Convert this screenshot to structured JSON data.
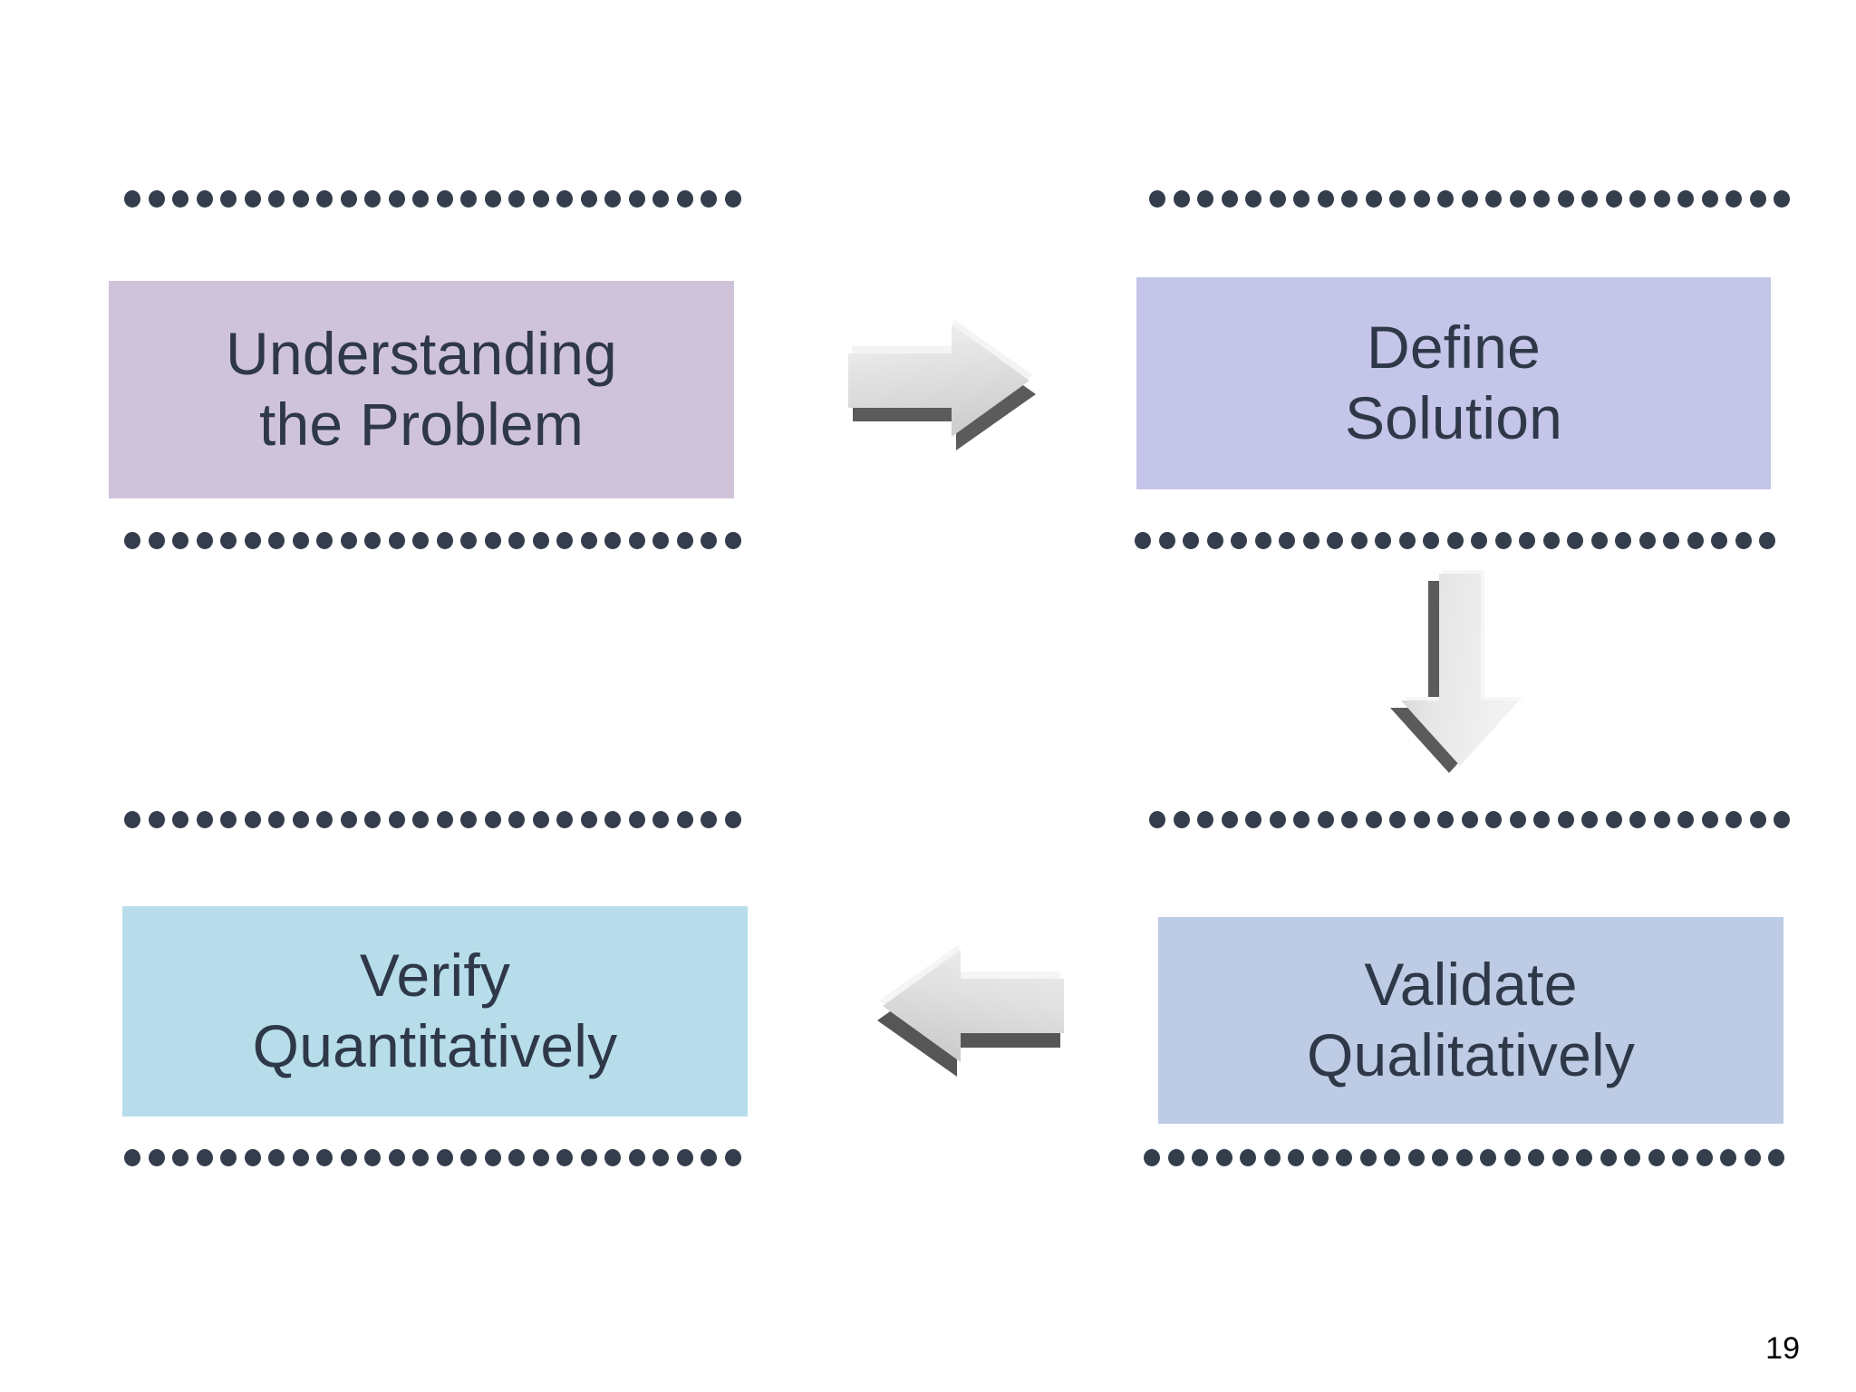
{
  "slide": {
    "background_color": "#ffffff",
    "page_number": "19",
    "title_text_color": "#2e3848",
    "dot_color": "#343d4c"
  },
  "diagram": {
    "type": "cycle-flow",
    "steps": [
      {
        "id": "understanding-the-problem",
        "label": "Understanding\nthe Problem",
        "line1": "Understanding",
        "line2": "the Problem",
        "fill_color": "#cfc3da",
        "position": "top-left"
      },
      {
        "id": "define-solution",
        "label": "Define\nSolution",
        "line1": "Define",
        "line2": "Solution",
        "fill_color": "#c4c5e8",
        "position": "top-right"
      },
      {
        "id": "validate-qualitatively",
        "label": "Validate\nQualitatively",
        "line1": "Validate",
        "line2": "Qualitatively",
        "fill_color": "#bdcbe4",
        "position": "bottom-right"
      },
      {
        "id": "verify-quantitatively",
        "label": "Verify\nQuantitatively",
        "line1": "Verify",
        "line2": "Quantitatively",
        "fill_color": "#b6dde9",
        "position": "bottom-left"
      }
    ],
    "connectors": [
      {
        "id": "arrow-right",
        "icon": "arrow-right-3d-icon",
        "direction": "right",
        "from": "understanding-the-problem",
        "to": "define-solution",
        "fill_color": "#d9d9d9",
        "shadow_color": "#575757"
      },
      {
        "id": "arrow-down",
        "icon": "arrow-down-3d-icon",
        "direction": "down",
        "from": "define-solution",
        "to": "validate-qualitatively",
        "fill_color": "#d9d9d9",
        "shadow_color": "#575757"
      },
      {
        "id": "arrow-left",
        "icon": "arrow-left-3d-icon",
        "direction": "left",
        "from": "validate-qualitatively",
        "to": "verify-quantitatively",
        "fill_color": "#d9d9d9",
        "shadow_color": "#575757"
      }
    ],
    "dot_rules": {
      "count_left": 26,
      "count_right": 27,
      "dot_color": "#343d4c"
    }
  }
}
